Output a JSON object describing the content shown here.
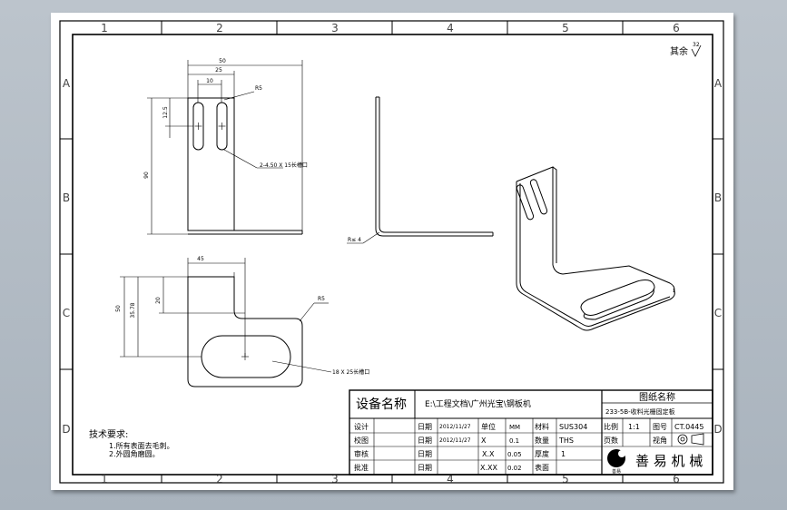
{
  "zones": {
    "cols": [
      "1",
      "2",
      "3",
      "4",
      "5",
      "6"
    ],
    "rows": [
      "A",
      "B",
      "C",
      "D"
    ]
  },
  "surface": {
    "label": "其余",
    "value": "32"
  },
  "drawing": {
    "front": {
      "d50": "50",
      "d25": "25",
      "d10": "10",
      "d12_5": "12.5",
      "d90": "90",
      "r5": "R5",
      "slots": "2-4.50 X 15长槽口"
    },
    "side": {
      "radius": "R≤ 4"
    },
    "top": {
      "d45": "45",
      "d50": "50",
      "d35_78": "35.78",
      "d20": "20",
      "r5": "R5",
      "slot": "18 X 25长槽口"
    }
  },
  "notes": {
    "title": "技术要求:",
    "items": [
      "1.所有表面去毛刺。",
      "2.外圆角磨圆。"
    ]
  },
  "titleblock": {
    "equip_label": "设备名称",
    "path": "E:\\工程文档\\广州光宝\\钢板机",
    "name_label": "图纸名称",
    "drawing_name": "233-5B-收料光栅固定板",
    "rows": [
      {
        "role": "设计",
        "date_label": "日期",
        "date": "2012/11/27",
        "unit_label": "单位",
        "unit": "MM",
        "mat_label": "材料",
        "mat": "SUS304",
        "scale_label": "比例",
        "scale": "1:1",
        "code_label": "图号",
        "code": "CT.0445"
      },
      {
        "role": "校图",
        "date_label": "日期",
        "date": "2012/11/27",
        "unit_label": "X",
        "unit": "0.1",
        "mat_label": "数量",
        "mat": "THS",
        "scale_label": "页数",
        "scale": "",
        "code_label": "视角",
        "code": ""
      },
      {
        "role": "审核",
        "date_label": "日期",
        "date": "",
        "unit_label": "X.X",
        "unit": "0.05",
        "mat_label": "厚度",
        "mat": "1",
        "scale_label": "",
        "scale": "",
        "code_label": "",
        "code": ""
      },
      {
        "role": "批准",
        "date_label": "日期",
        "date": "",
        "unit_label": "X.XX",
        "unit": "0.02",
        "mat_label": "表面",
        "mat": "",
        "scale_label": "",
        "scale": "",
        "code_label": "",
        "code": ""
      }
    ],
    "company": "善 易 机 械",
    "logo_text": "善易"
  }
}
